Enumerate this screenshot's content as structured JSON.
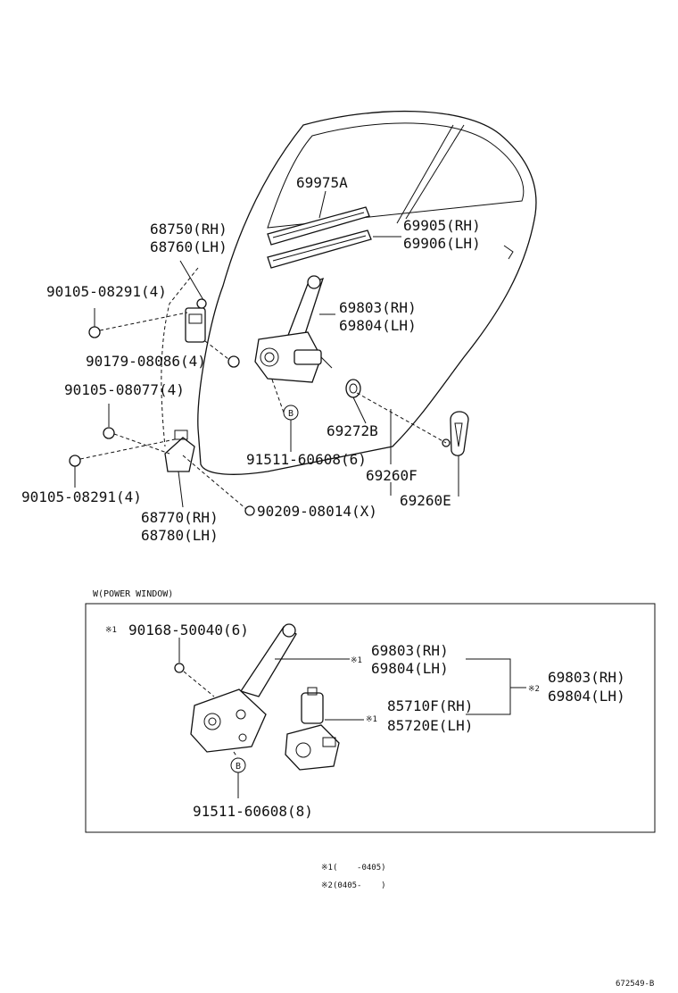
{
  "upper": {
    "p69975a": "69975A",
    "p68750": "68750(RH)",
    "p68760": "68760(LH)",
    "p69905": "69905(RH)",
    "p69906": "69906(LH)",
    "b9010508291_top": "90105-08291(4)",
    "p69803": "69803(RH)",
    "p69804": "69804(LH)",
    "b9017908086": "90179-08086(4)",
    "b9010508077": "90105-08077(4)",
    "p69272b": "69272B",
    "b9151160608_6": "91511-60608(6)",
    "p69260f": "69260F",
    "b9010508291_bot": "90105-08291(4)",
    "p68770": "68770(RH)",
    "p68780": "68780(LH)",
    "b9020908014": "90209-08014(X)",
    "p69260e": "69260E",
    "ref_b": "B"
  },
  "lower": {
    "section_title": "W(POWER WINDOW)",
    "note_mark_1": "※1",
    "note_mark_2": "※2",
    "b9016850040": "90168-50040(6)",
    "p69803": "69803(RH)",
    "p69804": "69804(LH)",
    "p85710f": "85710F(RH)",
    "p85720e": "85720E(LH)",
    "p69803_set": "69803(RH)",
    "p69804_set": "69804(LH)",
    "b9151160608_8": "91511-60608(8)",
    "ref_b": "B"
  },
  "footnotes": {
    "note1": "※1(    -0405)",
    "note2": "※2(0405-    )"
  },
  "diagram_id": "672549-B"
}
